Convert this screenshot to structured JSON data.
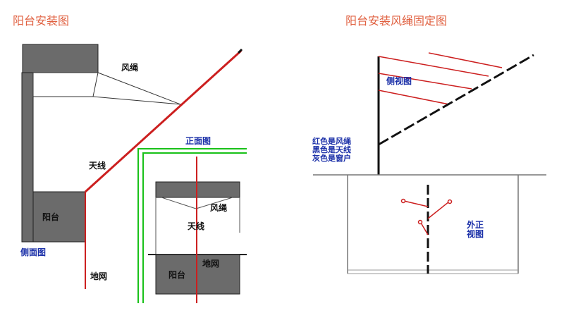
{
  "left": {
    "title": "阳台安装图",
    "labels": {
      "guy_wire": "风绳",
      "antenna": "天线",
      "balcony": "阳台",
      "side_view": "侧面图",
      "ground_net": "地网",
      "front_view": "正面图",
      "front_guy_wire": "风绳",
      "front_antenna": "天线",
      "front_ground_net": "地网",
      "front_balcony": "阳台"
    }
  },
  "right": {
    "title": "阳台安装风绳固定图",
    "labels": {
      "side_view": "侧视图",
      "legend_red": "红色是风绳",
      "legend_black": "黑色是天线",
      "legend_gray": "灰色是窗户",
      "outer_front_view_1": "外正",
      "outer_front_view_2": "视图"
    }
  },
  "colors": {
    "red": "#cc1f1f",
    "gray": "#6b6b6b",
    "green": "#19c119",
    "blue": "#1a2fa8",
    "title": "#e06040"
  }
}
